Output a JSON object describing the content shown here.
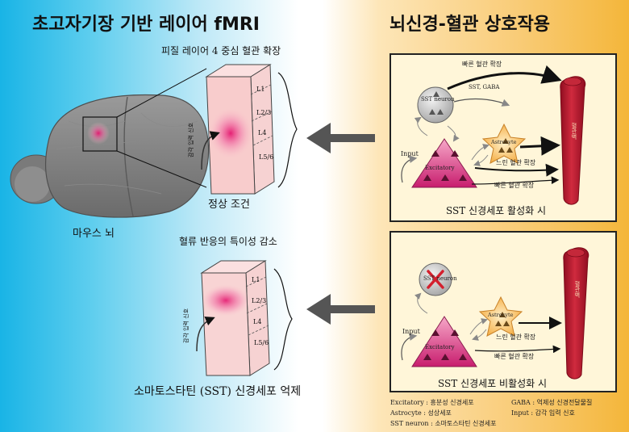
{
  "left_title": "초고자기장 기반 레이어 fMRI",
  "right_title": "뇌신경-혈관 상호작용",
  "top_cortex_caption": "피질 레이어 4 중심 혈관 확장",
  "bottom_cortex_caption": "혈류 반응의 특이성 감소",
  "normal_condition": "정상 조건",
  "mouse_brain": "마우스 뇌",
  "sst_suppression": "소마토스타틴 (SST) 신경세포 억제",
  "layers": [
    "L1",
    "L2/3",
    "L4",
    "L5/6"
  ],
  "sensory_input": "감각 입력 신호",
  "panel_top": {
    "caption": "SST 신경세포 활성화 시",
    "sst_label": "SST neuron",
    "sst_gaba": "SST, GABA",
    "fast_dilation_top": "빠른 혈관 확장",
    "slow_dilation": "느린 혈관 확장",
    "fast_dilation_bottom": "빠른 혈관 확장",
    "input": "Input",
    "excitatory": "Excitatory",
    "astrocyte": "Astrocyte",
    "vessel": "혈관벽"
  },
  "panel_bottom": {
    "caption": "SST 신경세포 비활성화 시",
    "sst_label": "SST neuron",
    "slow_dilation": "느린 혈관 확장",
    "fast_dilation": "빠른 혈관 확장",
    "input": "Input",
    "excitatory": "Excitatory",
    "astrocyte": "Astrocyte",
    "vessel": "혈관벽"
  },
  "legend": {
    "excitatory": "Excitatory : 흥분성 신경세포",
    "gaba": "GABA : 억제성 신경전달물질",
    "astrocyte": "Astrocyte : 성상세포",
    "input": "Input : 감각 입력 신호",
    "sst": "SST neuron : 소마토스타틴 신경세포"
  },
  "colors": {
    "cortex_pink": "#e4176f",
    "vessel_red": "#b3122a",
    "excitatory_pink": "#d3327e",
    "astrocyte_orange": "#f8b955",
    "panel_bg": "#fff6d9",
    "arrow_gray": "#555555"
  }
}
